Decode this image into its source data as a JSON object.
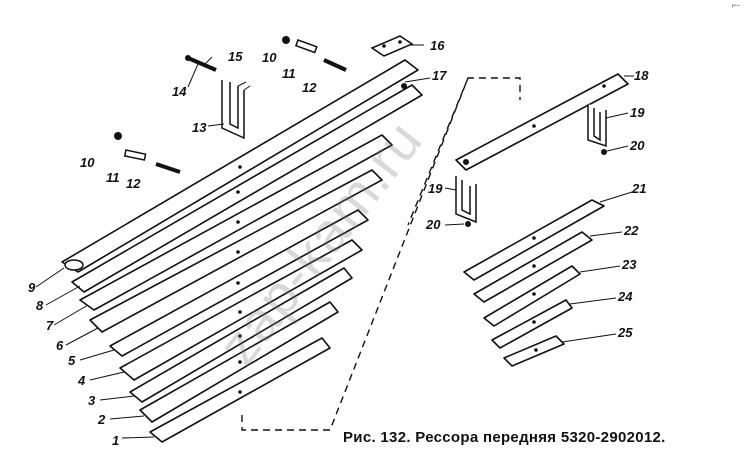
{
  "caption": "Рис. 132. Рессора передняя 5320-2902012.",
  "watermark": "zap-kam.ru",
  "top_mark": "⌐-",
  "labels": {
    "p1": "1",
    "p2": "2",
    "p3": "3",
    "p4": "4",
    "p5": "5",
    "p6": "6",
    "p7": "7",
    "p8": "8",
    "p9": "9",
    "p10a": "10",
    "p11a": "11",
    "p12a": "12",
    "p10b": "10",
    "p11b": "11",
    "p12b": "12",
    "p13": "13",
    "p14": "14",
    "p15": "15",
    "p16": "16",
    "p17": "17",
    "p18": "18",
    "p19a": "19",
    "p20a": "20",
    "p19b": "19",
    "p20b": "20",
    "p21": "21",
    "p22": "22",
    "p23": "23",
    "p24": "24",
    "p25": "25"
  }
}
